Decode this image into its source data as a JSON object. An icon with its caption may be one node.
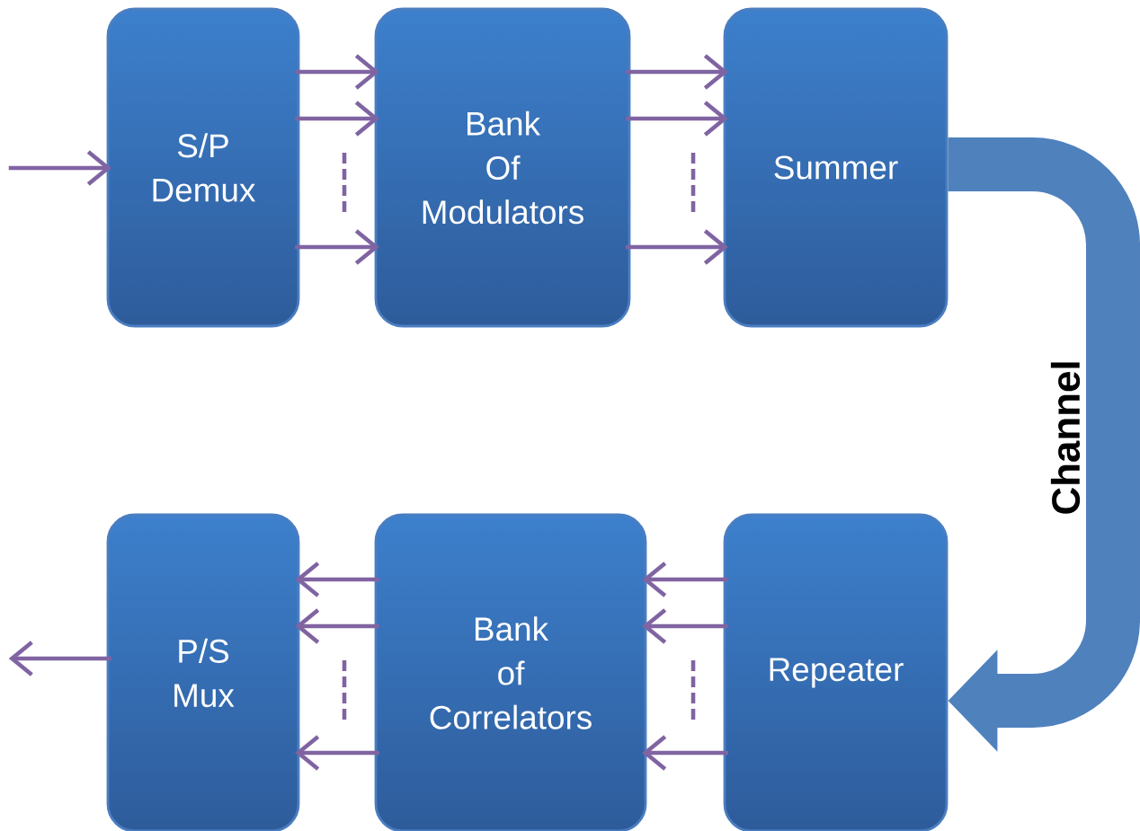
{
  "diagram": {
    "nodes": [
      {
        "text": [
          "S/P Demux"
        ]
      },
      {
        "text": [
          "Bank Of Modulators"
        ]
      },
      {
        "text": [
          "Summer"
        ]
      },
      {
        "text": [
          "P/S Mux"
        ]
      },
      {
        "text": [
          "Bank of Correlators"
        ]
      },
      {
        "text": [
          "Repeater"
        ]
      }
    ],
    "edges": [
      {
        "from": null,
        "to": 0,
        "arrow": "to"
      },
      {
        "from": 0,
        "to": 1,
        "arrow": "to"
      },
      {
        "from": 0,
        "to": 1,
        "arrow": "to"
      },
      {
        "from": 0,
        "to": 1,
        "arrow": "to"
      },
      {
        "from": 1,
        "to": 2,
        "arrow": "to"
      },
      {
        "from": 1,
        "to": 2,
        "arrow": "to"
      },
      {
        "from": 1,
        "to": 2,
        "arrow": "to"
      },
      {
        "from": 2,
        "to": 5,
        "arrow": "to",
        "label": "Channel",
        "style": "thick",
        "color": "#4f81bd"
      },
      {
        "from": 5,
        "to": 4,
        "arrow": "to"
      },
      {
        "from": 5,
        "to": 4,
        "arrow": "to"
      },
      {
        "from": 5,
        "to": 4,
        "arrow": "to"
      },
      {
        "from": 4,
        "to": 3,
        "arrow": "to"
      },
      {
        "from": 4,
        "to": 3,
        "arrow": "to"
      },
      {
        "from": 4,
        "to": 3,
        "arrow": "to"
      },
      {
        "from": 3,
        "to": null,
        "arrow": "to"
      }
    ]
  }
}
